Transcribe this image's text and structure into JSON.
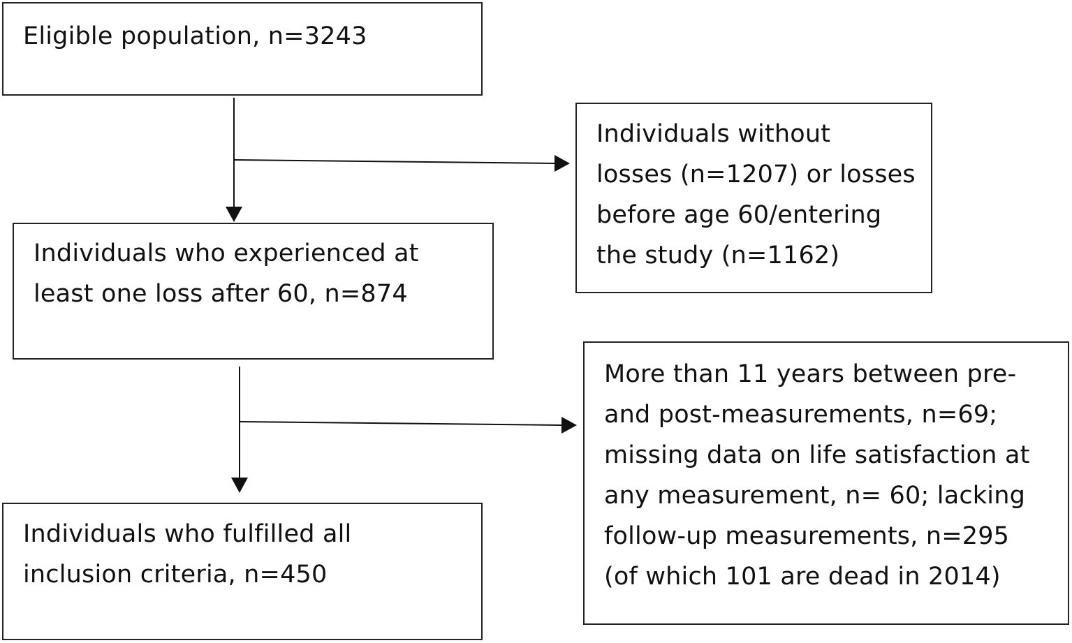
{
  "diagram": {
    "eligible": {
      "lines": [
        "Eligible population, n=3243"
      ]
    },
    "excluded_first": {
      "lines": [
        "Individuals without",
        "losses (n=1207) or losses",
        "before age 60/entering",
        "the study (n=1162)"
      ]
    },
    "experienced_loss": {
      "lines": [
        "Individuals who experienced at",
        "least one loss after 60, n=874"
      ]
    },
    "excluded_second": {
      "lines": [
        "More than 11 years between pre-",
        "and post-measurements, n=69;",
        "missing data on life satisfaction at",
        "any measurement, n= 60; lacking",
        "follow-up measurements, n=295",
        "(of which 101 are dead in 2014)"
      ]
    },
    "included": {
      "lines": [
        "Individuals who fulfilled all",
        "inclusion criteria, n=450"
      ]
    }
  },
  "colors": {
    "stroke": "#222222",
    "text": "#111111",
    "background": "#ffffff"
  }
}
